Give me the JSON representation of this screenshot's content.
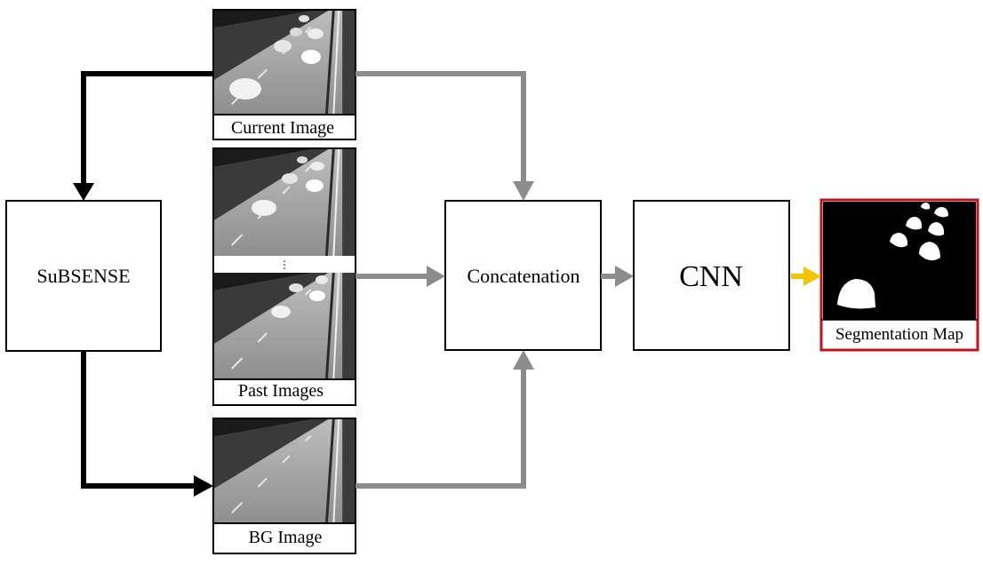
{
  "nodes": {
    "subsense": "SuBSENSE",
    "concatenation": "Concatenation",
    "cnn": "CNN"
  },
  "images": {
    "current": "Current Image",
    "past": "Past Images",
    "past_ellipsis": "⋮",
    "background": "BG Image",
    "segmentation": "Segmentation Map"
  },
  "colors": {
    "black_arrow": "#000000",
    "gray_arrow": "#8c8c8c",
    "yellow_arrow": "#f2c500",
    "output_border": "#c0141c"
  }
}
